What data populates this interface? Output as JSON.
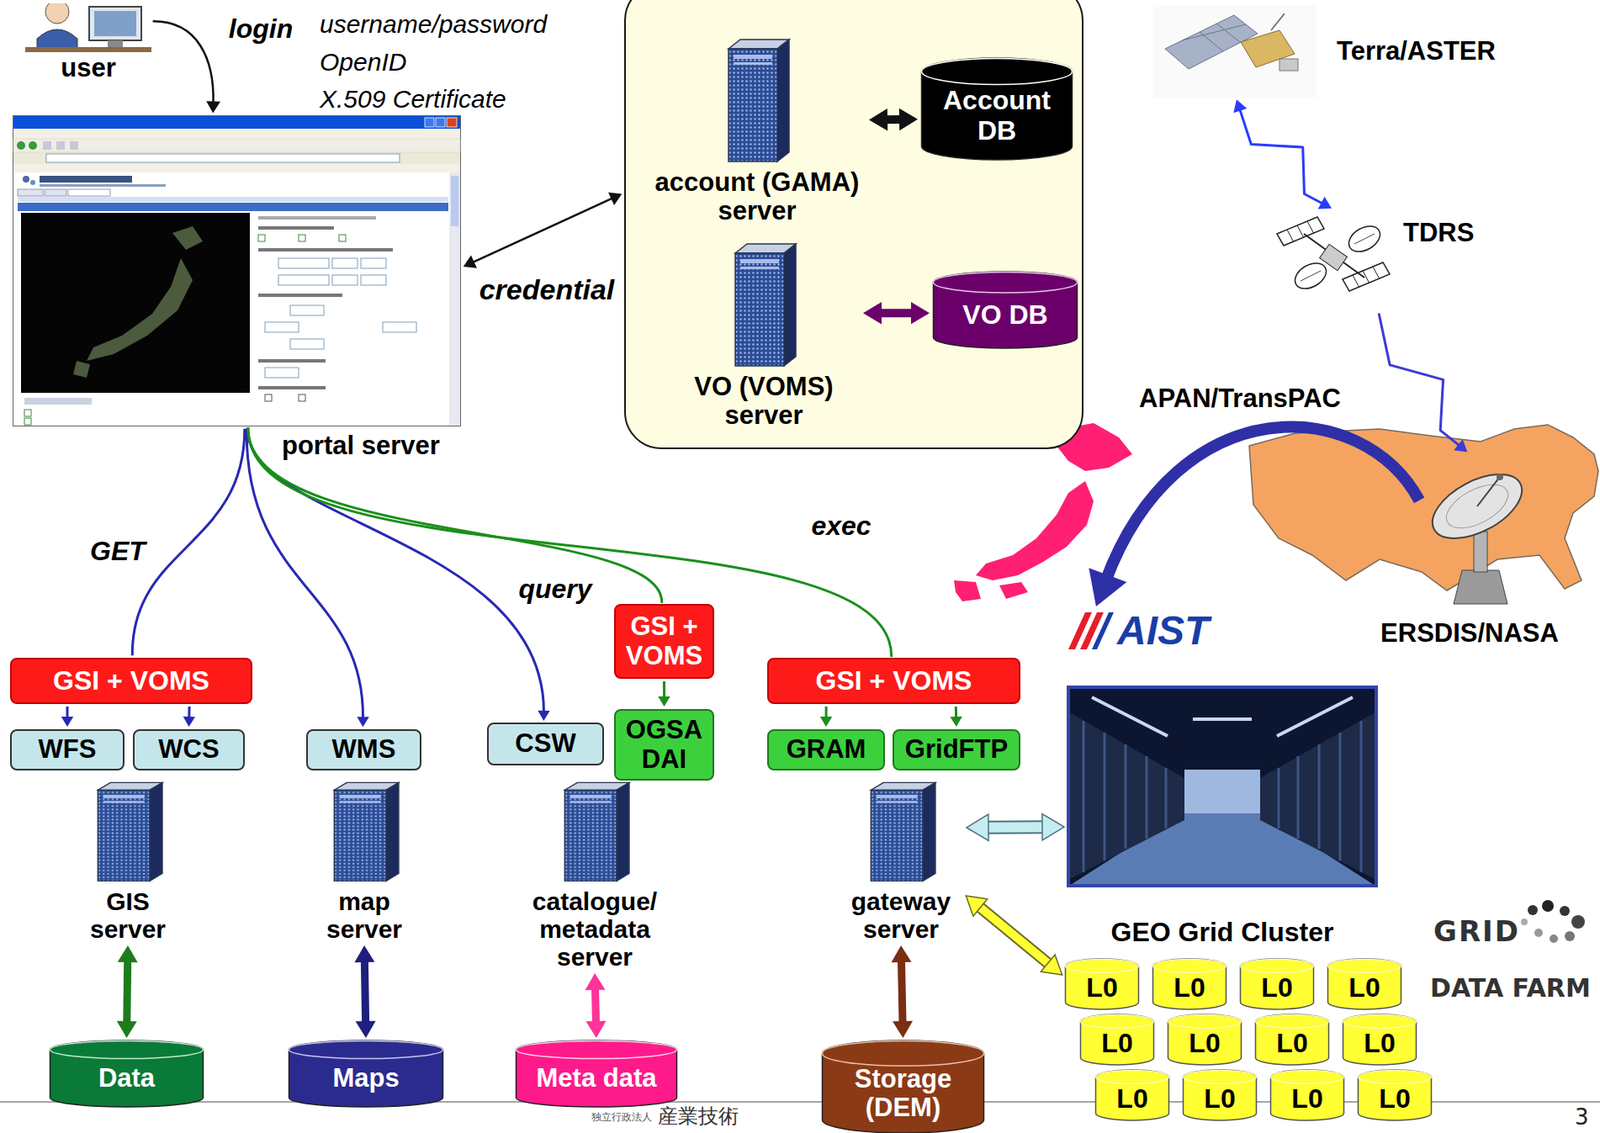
{
  "diagram": {
    "nodes": [
      {
        "text": [
          "user"
        ]
      },
      {
        "text": [
          "portal server"
        ]
      },
      {
        "text": []
      },
      {
        "text": [
          "account (GAMA) server"
        ],
        "in": 2
      },
      {
        "text": [
          "Account DB"
        ],
        "in": 2
      },
      {
        "text": [
          "VO (VOMS) server"
        ],
        "in": 2
      },
      {
        "text": [
          "VO DB"
        ],
        "in": 2
      },
      {
        "text": [
          "Terra/ASTER"
        ]
      },
      {
        "text": [
          "TDRS"
        ]
      },
      {
        "text": [
          "ERSDIS/NASA"
        ]
      },
      {
        "text": [
          "AIST"
        ]
      },
      {
        "text": [
          "GSI + VOMS"
        ]
      },
      {
        "text": [
          "WFS"
        ]
      },
      {
        "text": [
          "WCS"
        ]
      },
      {
        "text": [
          "WMS"
        ]
      },
      {
        "text": [
          "CSW"
        ]
      },
      {
        "text": [
          "GSI + VOMS"
        ]
      },
      {
        "text": [
          "OGSA DAI"
        ]
      },
      {
        "text": [
          "GSI + VOMS"
        ]
      },
      {
        "text": [
          "GRAM"
        ]
      },
      {
        "text": [
          "GridFTP"
        ]
      },
      {
        "text": [
          "GIS server"
        ]
      },
      {
        "text": [
          "map server"
        ]
      },
      {
        "text": [
          "catalogue/ metadata server"
        ]
      },
      {
        "text": [
          "gateway server"
        ]
      },
      {
        "text": [
          "GEO Grid Cluster"
        ]
      },
      {
        "text": [
          "Data"
        ]
      },
      {
        "text": [
          "Maps"
        ]
      },
      {
        "text": [
          "Meta data"
        ]
      },
      {
        "text": [
          "Storage (DEM)"
        ]
      },
      {
        "text": [
          "L0"
        ]
      },
      {
        "text": [
          "L0"
        ]
      },
      {
        "text": [
          "L0"
        ]
      },
      {
        "text": [
          "L0"
        ]
      },
      {
        "text": [
          "L0"
        ]
      },
      {
        "text": [
          "L0"
        ]
      },
      {
        "text": [
          "L0"
        ]
      },
      {
        "text": [
          "L0"
        ]
      },
      {
        "text": [
          "L0"
        ]
      },
      {
        "text": [
          "L0"
        ]
      },
      {
        "text": [
          "L0"
        ]
      },
      {
        "text": [
          "L0"
        ]
      }
    ],
    "edges": [
      {
        "from": 0,
        "to": 1,
        "label": "login",
        "arrow": "to"
      },
      {
        "from": 1,
        "to": 2,
        "label": "credential",
        "arrow": "both"
      },
      {
        "from": 3,
        "to": 4,
        "arrow": "both"
      },
      {
        "from": 5,
        "to": 6,
        "arrow": "both"
      },
      {
        "from": 7,
        "to": 8,
        "arrow": "both"
      },
      {
        "from": 8,
        "to": 9,
        "arrow": "to"
      },
      {
        "from": 9,
        "to": 10,
        "label": "APAN/TransPAC",
        "arrow": "to"
      },
      {
        "from": 1,
        "to": 11,
        "label": "GET",
        "arrow": "none"
      },
      {
        "from": 11,
        "to": 12,
        "arrow": "to"
      },
      {
        "from": 11,
        "to": 13,
        "arrow": "to"
      },
      {
        "from": 1,
        "to": 14,
        "arrow": "to"
      },
      {
        "from": 1,
        "to": 15,
        "label": "query",
        "arrow": "to"
      },
      {
        "from": 1,
        "to": 16,
        "arrow": "none"
      },
      {
        "from": 16,
        "to": 17,
        "arrow": "to"
      },
      {
        "from": 1,
        "to": 18,
        "label": "exec",
        "arrow": "none"
      },
      {
        "from": 18,
        "to": 19,
        "arrow": "to"
      },
      {
        "from": 18,
        "to": 20,
        "arrow": "to"
      },
      {
        "from": 21,
        "to": 26,
        "arrow": "both"
      },
      {
        "from": 22,
        "to": 27,
        "arrow": "both"
      },
      {
        "from": 23,
        "to": 28,
        "arrow": "both"
      },
      {
        "from": 24,
        "to": 29,
        "arrow": "both"
      },
      {
        "from": 24,
        "to": 25,
        "arrow": "both"
      },
      {
        "from": 24,
        "to": 30,
        "arrow": "both"
      }
    ],
    "labels": [
      "username/password",
      "OpenID",
      "X.509 Certificate",
      "GRID",
      "DATA FARM",
      "独立行政法人",
      "産業技術",
      "3"
    ]
  }
}
